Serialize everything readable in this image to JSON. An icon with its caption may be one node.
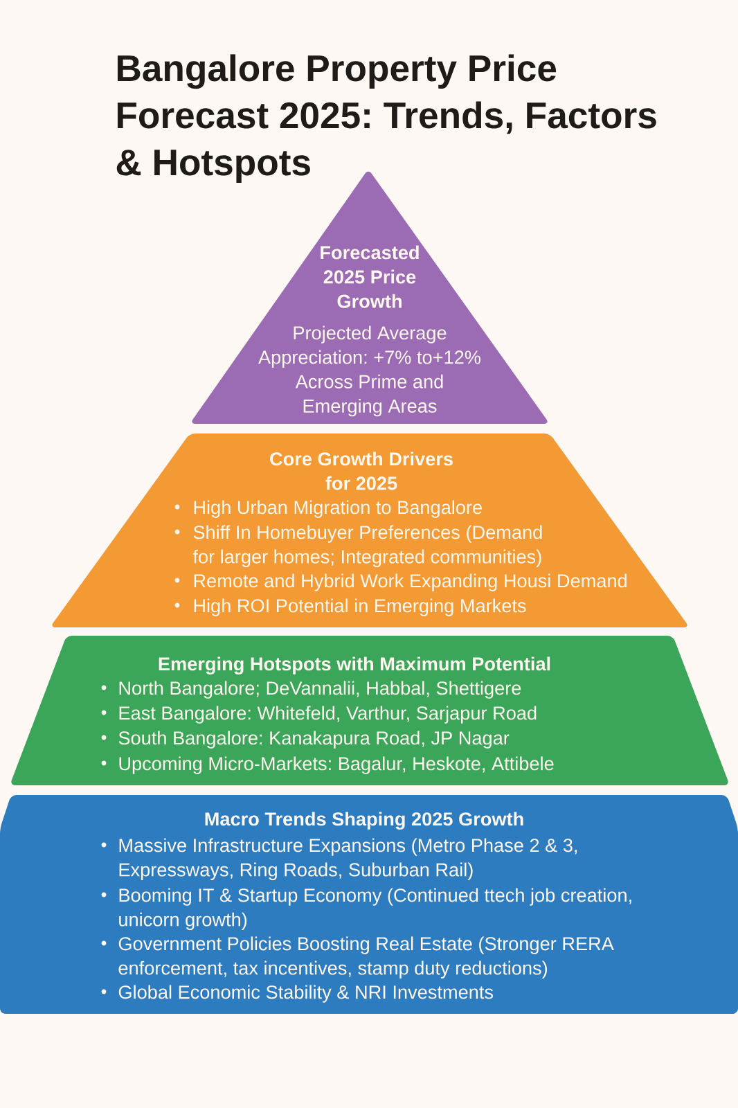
{
  "diagram": {
    "title": "Bangalore Property Price Forecast 2025: Trends, Factors & Hotspots",
    "nodes": [
      {
        "text": [
          "Forecasted 2025 Price Growth",
          "Projected Average Appreciation: +7% to+12% Across Prime and Emerging Areas"
        ]
      },
      {
        "text": [
          "Core Growth Drivers for 2025",
          "High Urban Migration to Bangalore",
          "Shiff In Homebuyer Preferences (Demand for larger homes; Integrated communities)",
          "Remote and Hybrid Work Expanding Housi Demand",
          "High ROI Potential in Emerging Markets"
        ]
      },
      {
        "text": [
          "Emerging Hotspots with Maximum Potential",
          "North Bangalore; DeVannalii, Habbal, Shettigere",
          "East Bangalore: Whitefeld, Varthur, Sarjapur Road",
          "South Bangalore: Kanakapura Road, JP Nagar",
          "Upcoming Micro-Markets: Bagalur, Heskote, Attibele"
        ]
      },
      {
        "text": [
          "Macro Trends Shaping 2025 Growth",
          "Massive Infrastructure Expansions (Metro Phase 2 & 3, Expressways, Ring Roads, Suburban Rail)",
          "Booming IT & Startup Economy (Continued ttech job creation, unicorn growth)",
          "Government Policies Boosting Real Estate (Stronger RERA enforcement, tax incentives, stamp duty reductions)",
          "Global Economic Stability & NRI Investments"
        ]
      }
    ]
  }
}
